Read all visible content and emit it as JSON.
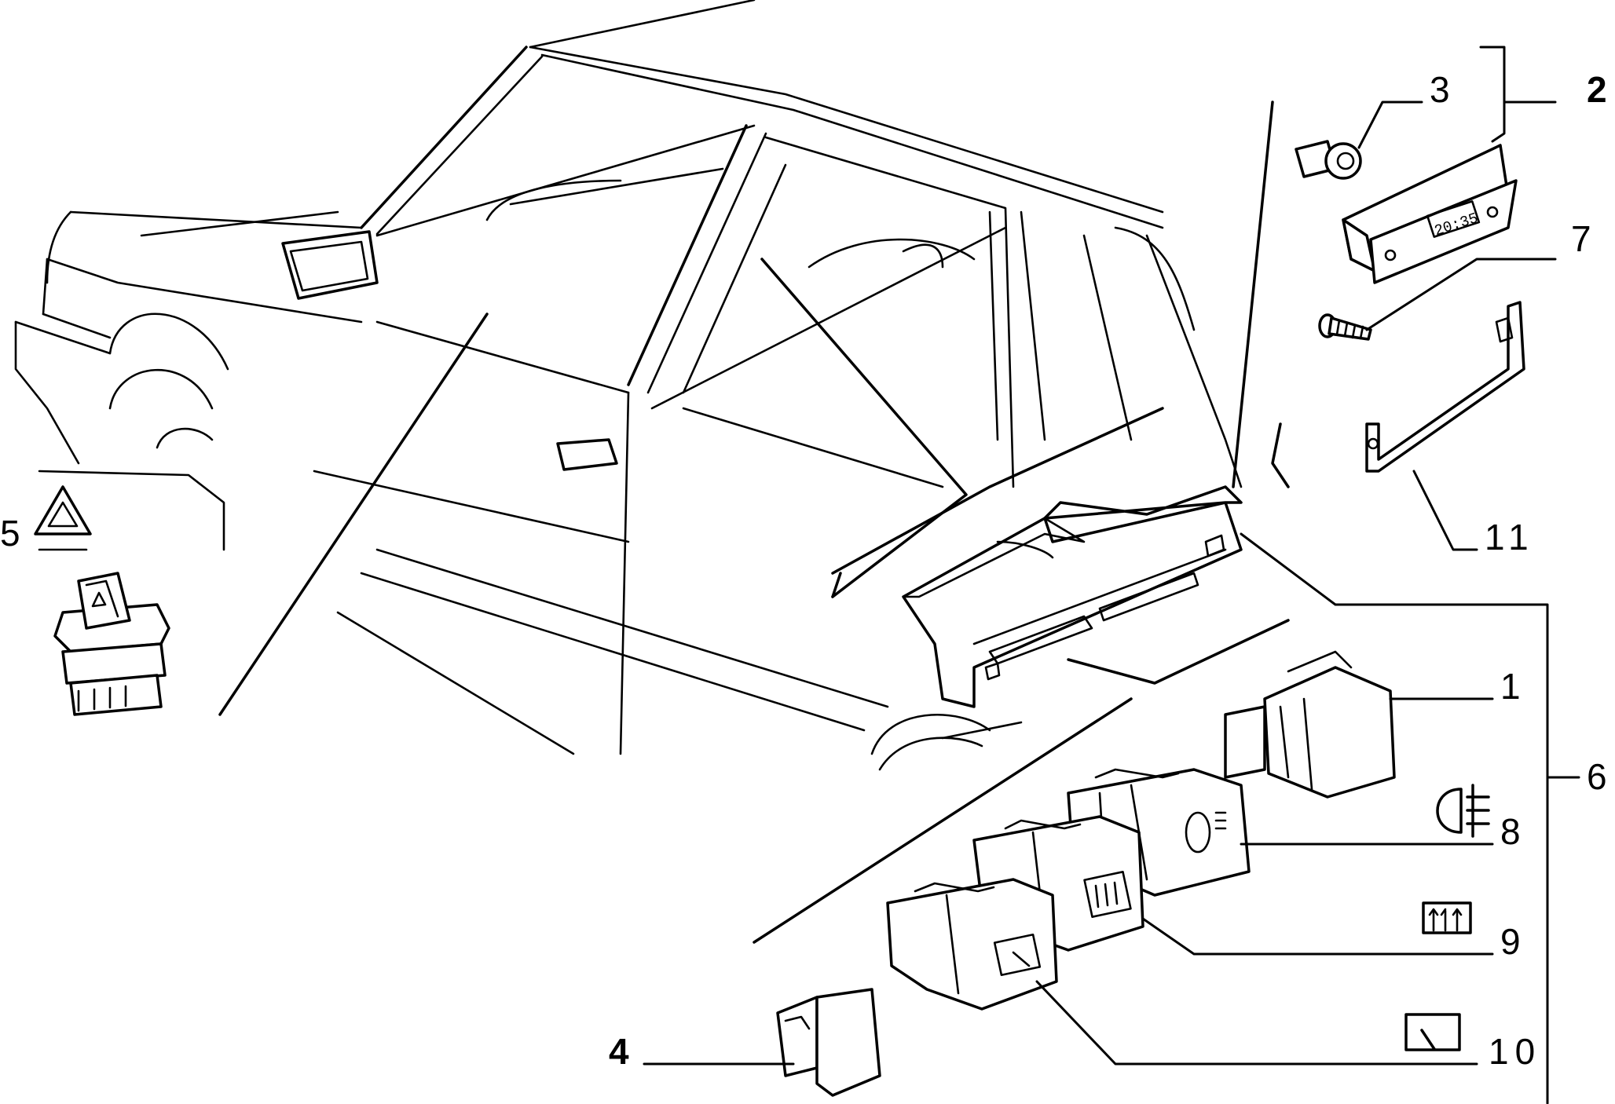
{
  "labels": {
    "part1": "1",
    "part2": "2",
    "part3": "3",
    "part4": "4",
    "part5": "5",
    "part6": "6",
    "part7": "7",
    "part8": "8",
    "part9": "9",
    "part10": "10",
    "part11": "11"
  },
  "clock_display": "20:35",
  "icons": [
    "fog-light-icon",
    "rear-defrost-icon",
    "wiper-icon",
    "hazard-triangle-icon"
  ]
}
